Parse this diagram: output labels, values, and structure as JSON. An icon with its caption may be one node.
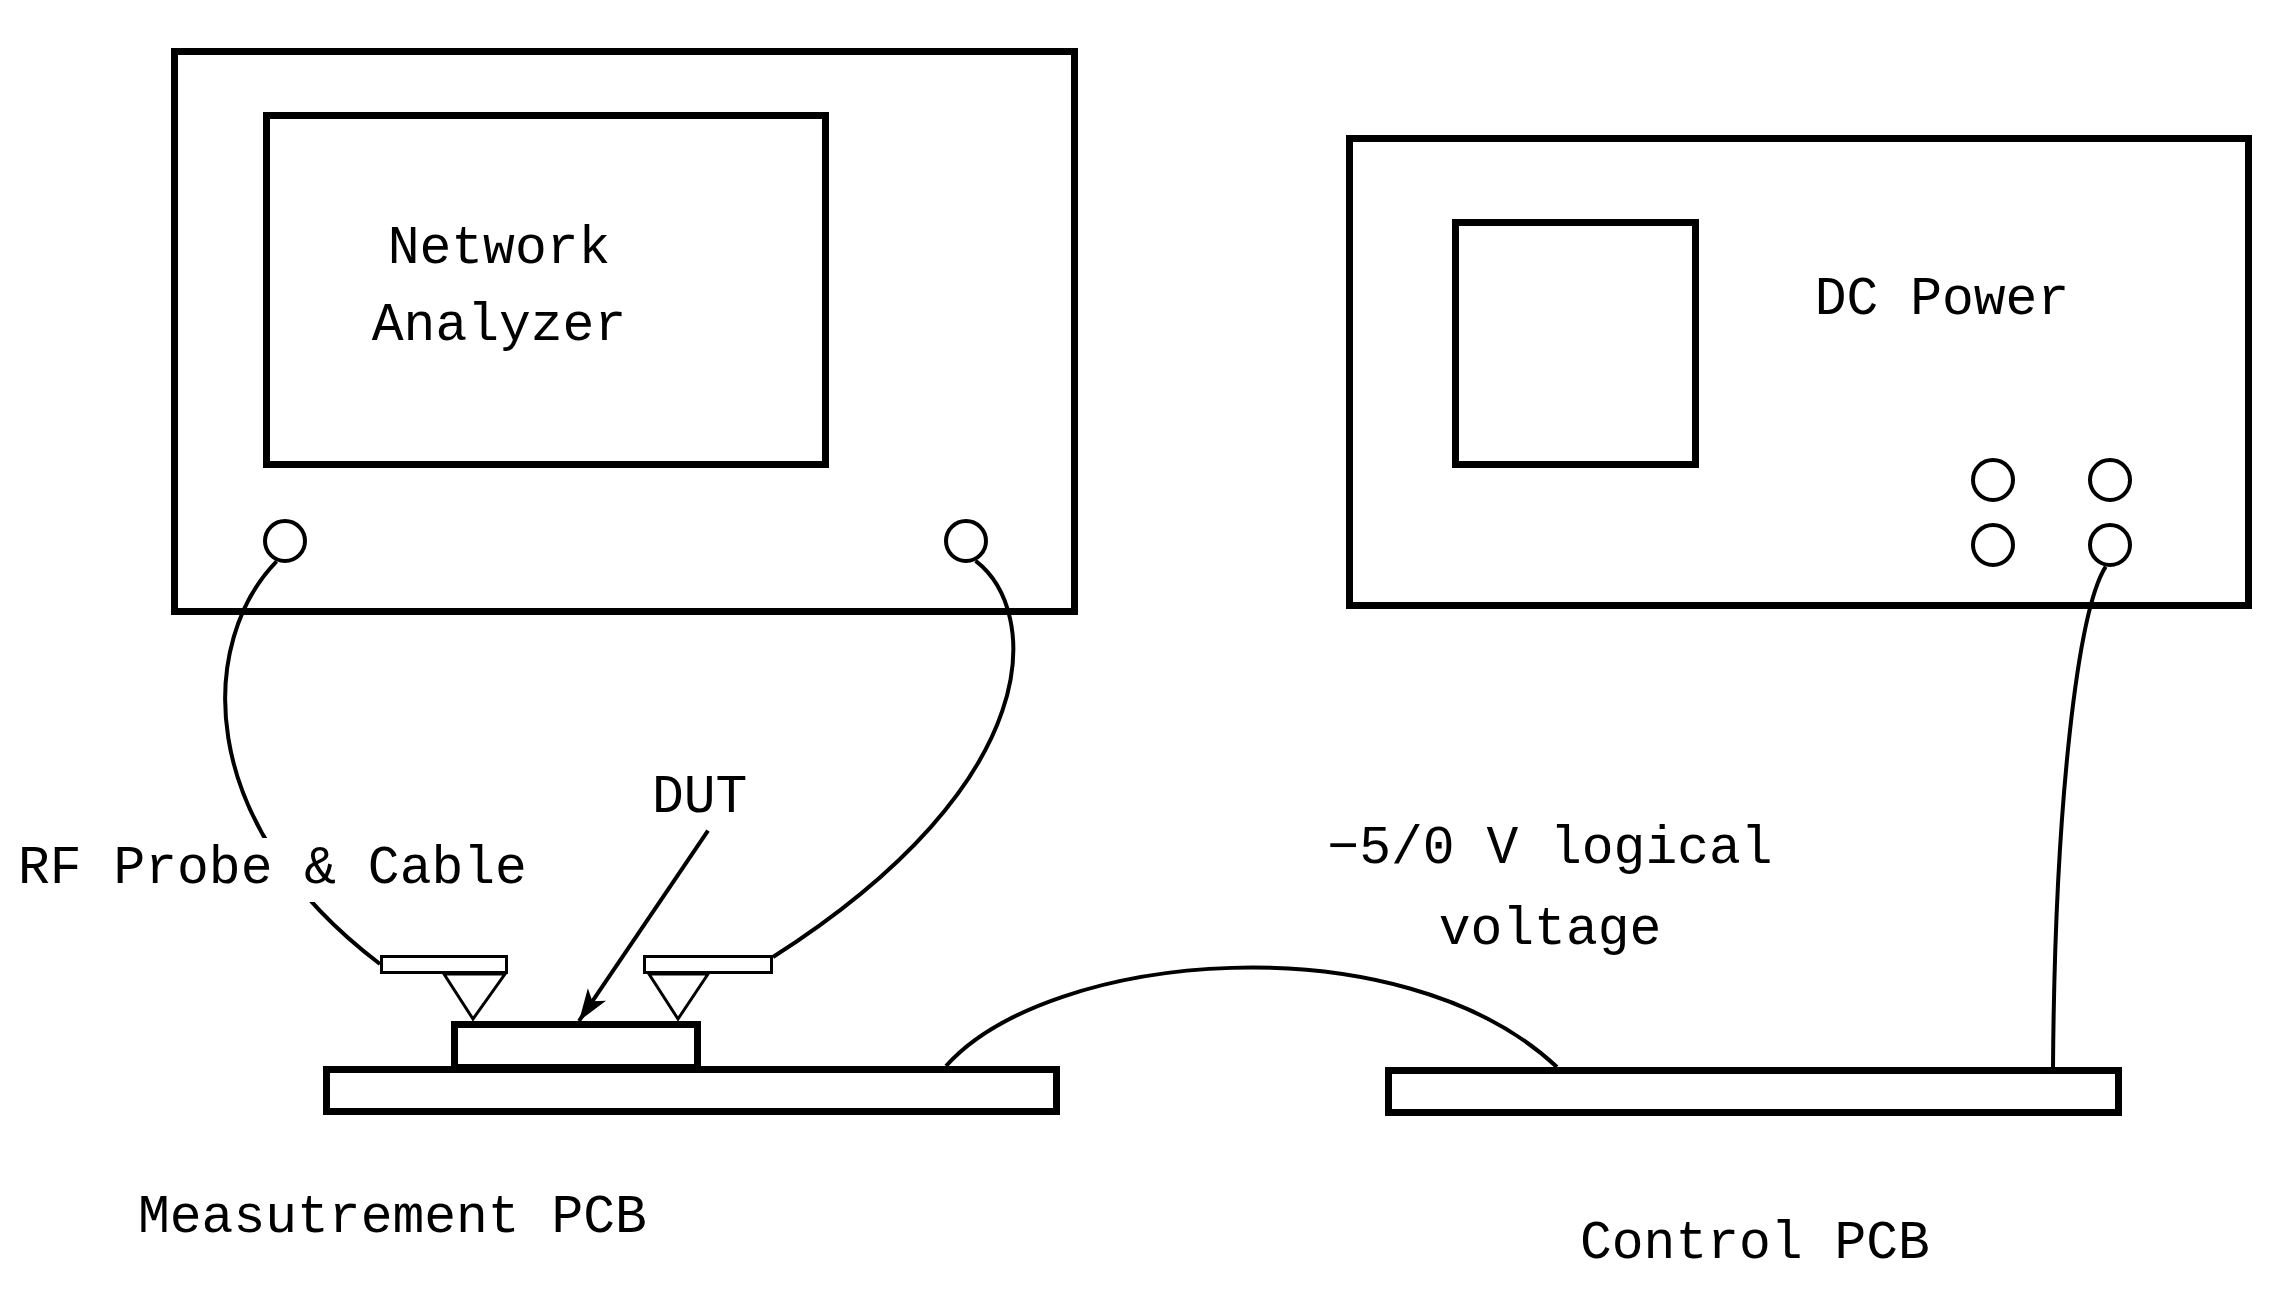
{
  "diagram": {
    "nodes": [
      {
        "text": [],
        "shape": "box"
      },
      {
        "text": [
          "Network Analyzer"
        ],
        "in": 0
      },
      {
        "text": [],
        "shape": "circle",
        "in": 0
      },
      {
        "text": [],
        "shape": "circle",
        "in": 0
      },
      {
        "text": [
          "DC Power"
        ]
      },
      {
        "text": [],
        "shape": "box",
        "in": 4
      },
      {
        "text": [],
        "shape": "circle",
        "in": 4
      },
      {
        "text": [],
        "shape": "circle",
        "in": 4
      },
      {
        "text": [],
        "shape": "circle",
        "in": 4
      },
      {
        "text": [],
        "shape": "circle",
        "in": 4
      },
      {
        "text": [
          "DUT"
        ]
      },
      {
        "text": [],
        "shape": "bar"
      },
      {
        "text": [],
        "shape": "bar"
      },
      {
        "text": [],
        "shape": "box"
      },
      {
        "text": [],
        "shape": "bar",
        "beside": [
          "Measutrement PCB"
        ]
      },
      {
        "text": [],
        "shape": "bar",
        "beside": [
          "Control PCB"
        ]
      }
    ],
    "edges": [
      {
        "from": 2,
        "to": 11,
        "arrow": "none"
      },
      {
        "from": 3,
        "to": 12,
        "arrow": "none"
      },
      {
        "from": 10,
        "to": 13,
        "arrow": "to"
      },
      {
        "from": 14,
        "to": 15,
        "arrow": "none"
      },
      {
        "from": 9,
        "to": 15,
        "arrow": "none"
      }
    ],
    "labels": [
      "RF Probe & Cable",
      "−5/0 V logical voltage"
    ]
  }
}
